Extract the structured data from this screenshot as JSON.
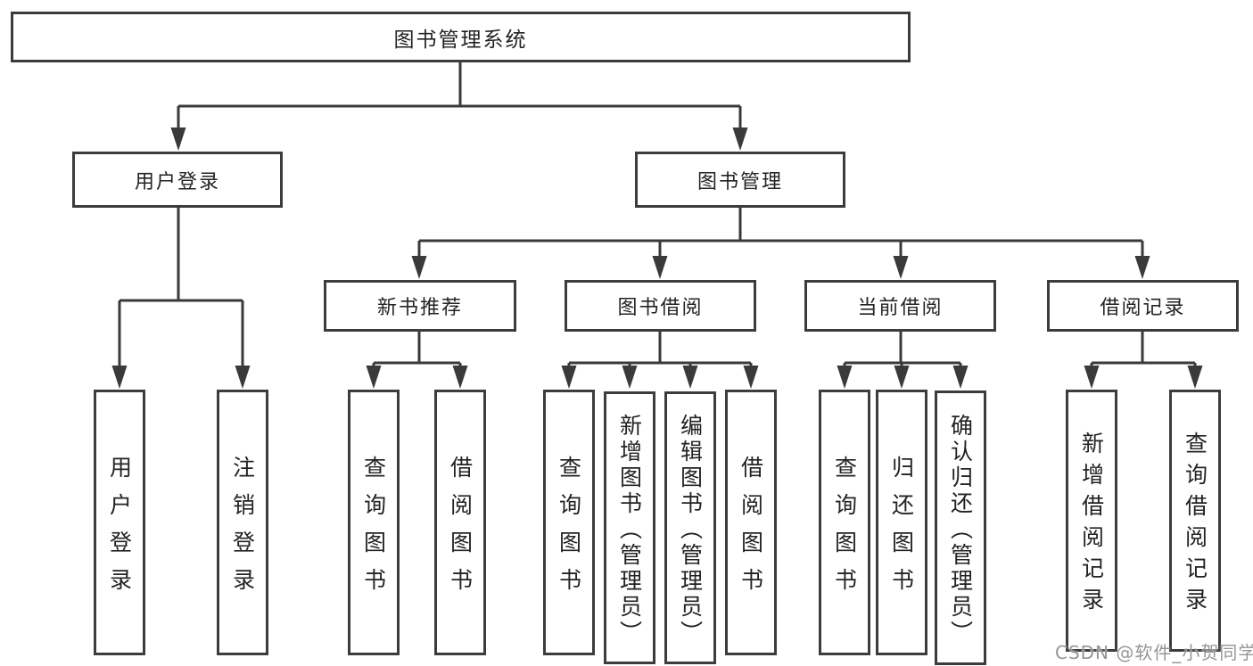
{
  "diagram": {
    "root": "图书管理系统",
    "branches": [
      {
        "label": "用户登录",
        "children": [
          "用户登录",
          "注销登录"
        ]
      },
      {
        "label": "图书管理",
        "sections": [
          {
            "label": "新书推荐",
            "children": [
              "查询图书",
              "借阅图书"
            ]
          },
          {
            "label": "图书借阅",
            "children": [
              "查询图书",
              "新增图书（管理员）",
              "编辑图书（管理员）",
              "借阅图书"
            ]
          },
          {
            "label": "当前借阅",
            "children": [
              "查询图书",
              "归还图书",
              "确认归还（管理员）"
            ]
          },
          {
            "label": "借阅记录",
            "children": [
              "新增借阅记录",
              "查询借阅记录"
            ]
          }
        ]
      }
    ]
  },
  "watermark": "CSDN @软件_小贺同学",
  "colors": {
    "line": "#3a3a3a",
    "border": "#3c3c3c",
    "text": "#232323",
    "watermark": "#969696",
    "background": "#ffffff"
  }
}
